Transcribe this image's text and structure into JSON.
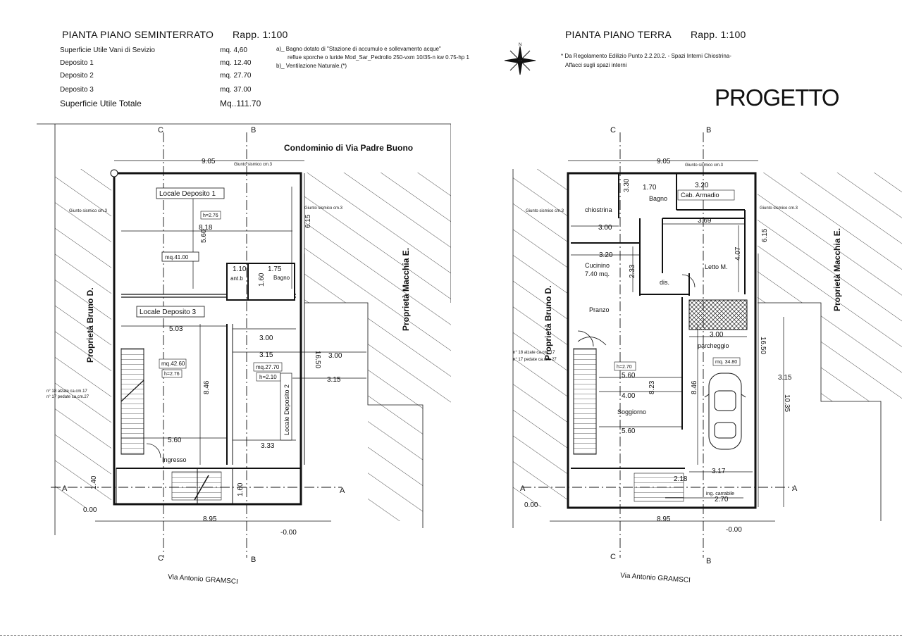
{
  "left": {
    "title": "PIANTA PIANO  SEMINTERRATO",
    "scale": "Rapp. 1:100",
    "areas": [
      {
        "label": "Superficie Utile Vani di Sevizio",
        "value": "mq.  4,60"
      },
      {
        "label": "Deposito 1",
        "value": "mq. 12.40"
      },
      {
        "label": "Deposito 2",
        "value": "mq.  27.70"
      },
      {
        "label": "Deposito 3",
        "value": "mq.  37.00"
      },
      {
        "label": "Superficie Utile Totale",
        "value": "Mq..111.70"
      }
    ],
    "notes": [
      "a)_ Bagno dotato di \"Stazione di accumulo e sollevamento acque\"",
      "reflue sporche o luride Mod_Sar_Pedrollo  250-vxm 10/35-n kw 0.75-hp 1",
      "b)_ Ventilazione Naturale.(*)"
    ],
    "condominio": "Condominio di Via Padre Buono",
    "street": "Via Antonio GRAMSCI",
    "prop_left": "Proprietà Bruno D.",
    "prop_right": "Proprietà Macchia E.",
    "room_dep1": "Locale  Deposito  1",
    "room_dep1_area": "mq.41.00",
    "room_dep3": "Locale  Deposito  3",
    "room_dep3_area": "mq.42.60",
    "room_dep3_h": "h=2.76",
    "room_dep2": "Locale  Deposito  2",
    "room_dep2_area": "mq.27.70",
    "room_dep2_h": "h=2.10",
    "h_dep1": "h=2.76",
    "bagno": "Bagno",
    "antib": "ant.b",
    "ingresso": "Ingresso",
    "giunto": "Giunto sismico cm.3",
    "stairs_note_1": "n° 18 alzate ca.cm.17",
    "stairs_note_2": "n° 17 pedate ca.cm.27",
    "dims": {
      "d905": "9.05",
      "d818": "8.18",
      "d560v": "5.60",
      "d110": "1.10",
      "d175": "1.75",
      "d160": "1.60",
      "d503": "5.03",
      "d300": "3.00",
      "d315": "3.15",
      "d300b": "3.00",
      "d315b": "3.15",
      "d846": "8.46",
      "d560": "5.60",
      "d333": "3.33",
      "d895": "8.95",
      "d1650": "16.50",
      "d615": "6.15",
      "d000": "0.00",
      "dm000": "-0.00",
      "d140": "1.40",
      "d160b": "1.60"
    },
    "sec_c": "C",
    "sec_b": "B",
    "sec_a": "A"
  },
  "right": {
    "title": "PIANTA PIANO  TERRA",
    "scale": "Rapp. 1:100",
    "note1": "* Da Regolamento Edilizio  Punto 2.2.20.2. - Spazi Interni Chiostrina-",
    "note2": "Affacci sugli spazi interni",
    "progetto": "PROGETTO",
    "street": "Via Antonio  GRAMSCI",
    "prop_left": "Proprietà Bruno D.",
    "prop_right": "Proprietà Macchia E.",
    "rooms": {
      "bagno": "Bagno",
      "armadio": "Cab. Armadio",
      "chiostrina": "chiostrina",
      "letto": "Letto M.",
      "cucinino": "Cucinino",
      "cucinino_area": "7.40 mq.",
      "dis": "dis.",
      "pranzo": "Pranzo",
      "parcheggio": "parcheggio",
      "parcheggio_area": "mq. 34.80",
      "soggiorno": "Soggiorno",
      "h": "h=2.70",
      "carrabile": "ing. carrabile"
    },
    "giunto": "Giunto sismico cm.3",
    "stairs_note_1": "n° 18 alzate ca.cm. 17",
    "stairs_note_2": "n° 17 pedate ca.cm. 27",
    "dims": {
      "d905": "9.05",
      "d170": "1.70",
      "d320": "3.20",
      "d300": "3.00",
      "d369": "3.69",
      "d407": "4.07",
      "d320b": "3.20",
      "d233": "2.33",
      "d300c": "3.00",
      "d560": "5.60",
      "d400": "4.00",
      "d823": "8.23",
      "d846": "8.46",
      "d560b": "5.60",
      "d317": "3.17",
      "d218": "2.18",
      "d270": "2.70",
      "d895": "8.95",
      "d1650": "16.50",
      "d1035": "10.35",
      "d315": "3.15",
      "d615": "6.15",
      "d330": "3.30",
      "d000": "0.00",
      "dm000": "-0.00"
    },
    "sec_c": "C",
    "sec_b": "B",
    "sec_a": "A"
  }
}
